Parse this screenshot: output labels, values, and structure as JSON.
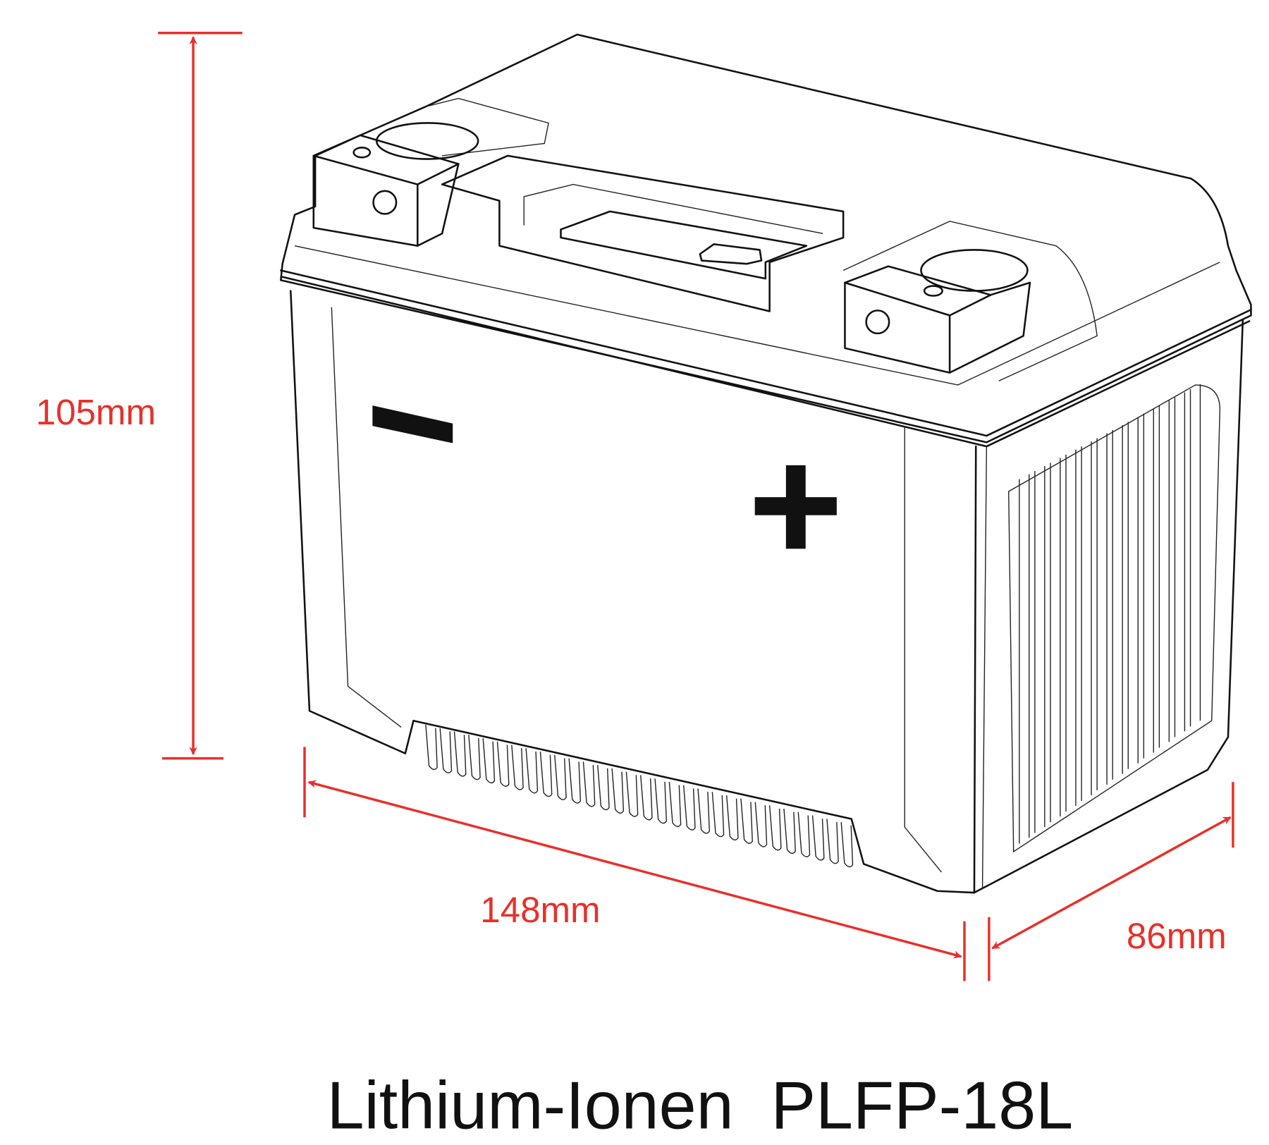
{
  "dimensions": {
    "height": "105mm",
    "length": "148mm",
    "width": "86mm"
  },
  "title": "Lithium-Ionen  PLFP-18L",
  "colors": {
    "dimension": "#e8302a",
    "outline": "#111111"
  }
}
